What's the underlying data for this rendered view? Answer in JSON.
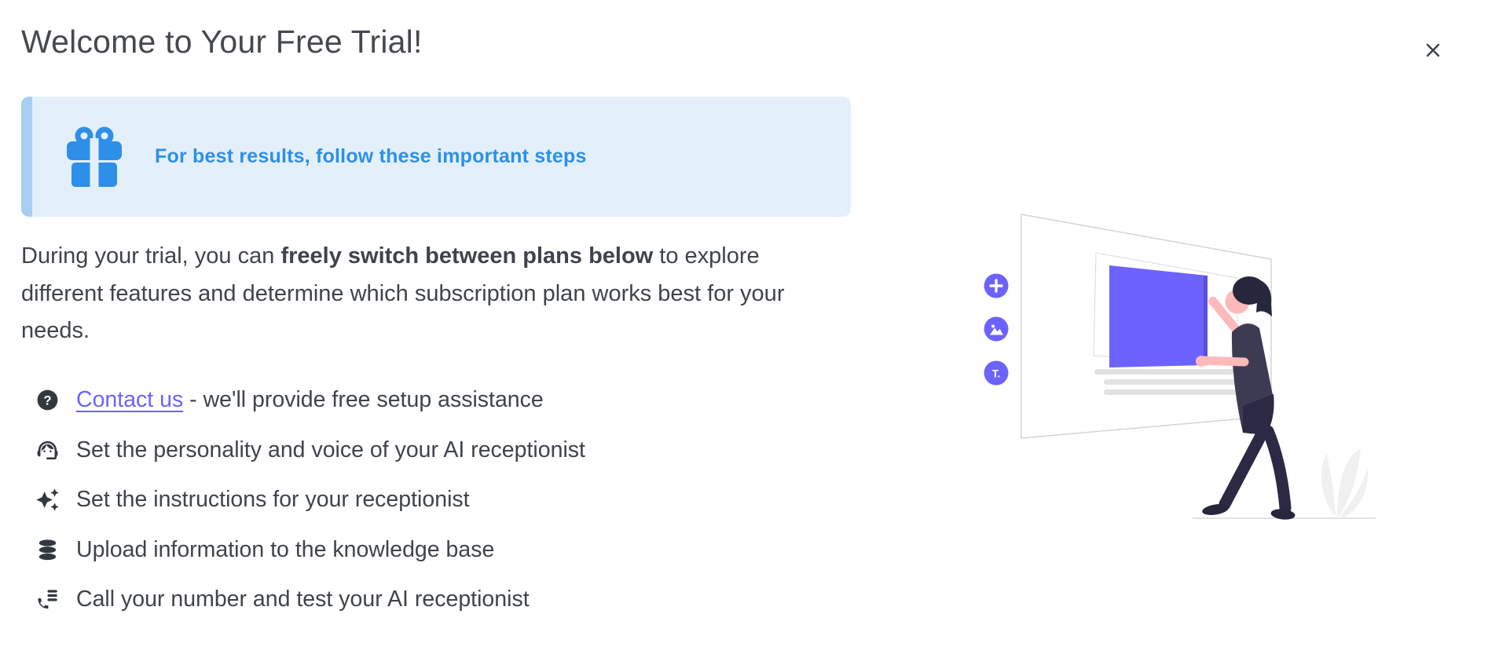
{
  "modal": {
    "title": "Welcome to Your Free Trial!",
    "close_icon": "close-x"
  },
  "banner": {
    "icon": "gift-icon",
    "message": "For best results, follow these important steps",
    "bg_color": "#E3F0FB",
    "strip_color": "#A7CEF1",
    "accent_color": "#2E8FE8"
  },
  "intro": {
    "pre": "During your trial, you can ",
    "bold": "freely switch between plans below",
    "post": " to explore different features and determine which subscription plan works best for your needs."
  },
  "steps": [
    {
      "icon": "help-icon",
      "link_label": "Contact us",
      "text": " - we'll provide free setup assistance"
    },
    {
      "icon": "support-agent-icon",
      "text": "Set the personality and voice of your AI receptionist"
    },
    {
      "icon": "sparkles-icon",
      "text": "Set the instructions for your receptionist"
    },
    {
      "icon": "database-icon",
      "text": "Upload information to the knowledge base"
    },
    {
      "icon": "phone-list-icon",
      "text": "Call your number and test your AI receptionist"
    }
  ],
  "icons": {
    "help_glyph": "?",
    "text_tool_glyph": "T."
  },
  "illustration": {
    "name": "woman-placing-image-on-board",
    "toolbar_icons": [
      "plus-icon",
      "image-icon",
      "text-tool-icon"
    ],
    "accent_color": "#6C63FF"
  },
  "colors": {
    "title_text": "#45494E",
    "body_text": "#3F444A",
    "link": "#6C63FF",
    "step_icon": "#33383E"
  }
}
